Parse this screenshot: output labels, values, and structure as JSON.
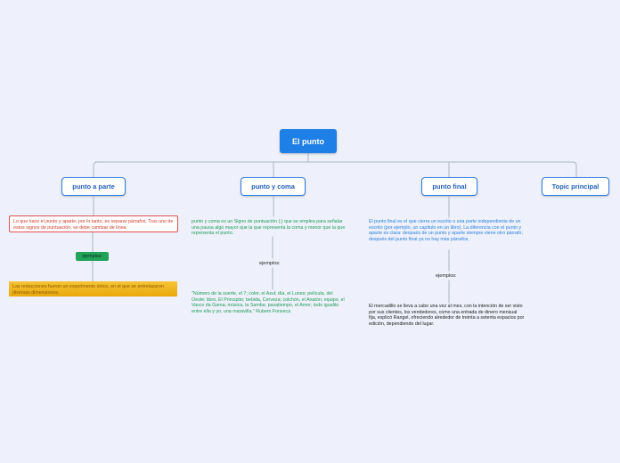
{
  "root": {
    "label": "El punto"
  },
  "branches": [
    {
      "label": "punto a parte"
    },
    {
      "label": "punto y coma"
    },
    {
      "label": "punto final"
    },
    {
      "label": "Topic principal"
    }
  ],
  "punto_a_parte": {
    "description": "Lo que hace el punto y aparte, por lo tanto, es separar párrafos. Tras uno de estos signos de puntuación, se debe cambiar de línea",
    "examples_label": "ejemplos:",
    "example": "Las reducciones fueron un experimento único, en el que se entrelazaron diversas dimensiones."
  },
  "punto_y_coma": {
    "description": "punto y coma es un  Signo de puntuación (;) que se emplea para señalar una pausa algo mayor que la que representa la coma y menor que la que representa el punto.",
    "examples_label": "ejemplos:",
    "example": "\"Número de la suerte, el 7; color, el Azul; día, el Lunes; película, del Oeste; libro, El Principito; bebida, Cerveza; colchón, el Anatón; equipo, el Vasco da Gama; música, la Samba; pasatiempo, el Amor; todo igualito entre ella y yo, una maravilla.\" Rubem Fonseca"
  },
  "punto_final": {
    "description": "El punto final es el que cierra un escrito o una parte independiente de un escrito (por ejemplo, un capítulo en un libro). La diferencia con el punto y aparte es clara: después de un punto y aparte siempre viene otro párrafo; después del punto final ya no hay más párrafos.",
    "examples_label": "ejemplos:",
    "example": "El mercadillo se lleva a cabo una vez al mes, con la intención de ser visto por sus clientes, los vendedores, como una entrada de dinero mensual fija, explicó Rangel, ofreciendo alrededor de treinta a setenta espacios por edición, dependiendo del lugar."
  },
  "colors": {
    "background": "#eef1fb",
    "root_fill": "#1e7fe6",
    "branch_border": "#2f7fe0",
    "connector": "#b7bfcc"
  }
}
